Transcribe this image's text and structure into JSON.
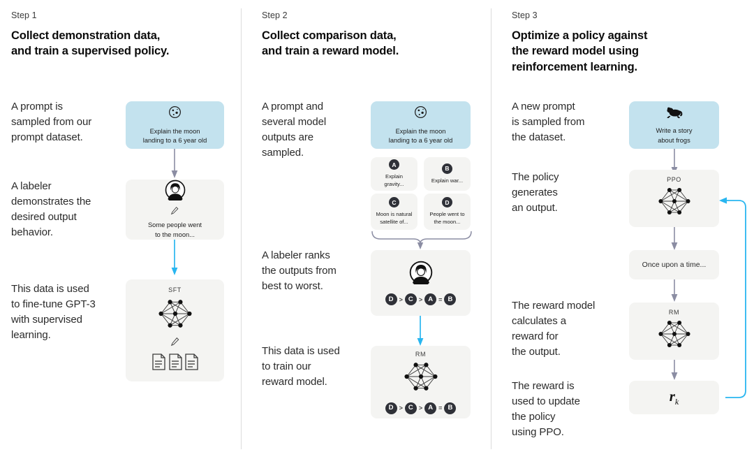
{
  "diagram": {
    "title": "InstructGPT / RLHF three-step training diagram",
    "colors": {
      "prompt_card": "#c3e2ee",
      "neutral_card": "#f4f4f2",
      "gray_arrow": "#8b8da3",
      "cyan_arrow": "#29b6f0",
      "badge": "#2f3138",
      "divider": "#dcdcdc"
    }
  },
  "step1": {
    "label": "Step 1",
    "title": "Collect demonstration data,\nand train a supervised policy.",
    "texts": [
      "A prompt is\nsampled from our\nprompt dataset.",
      "A labeler\ndemonstrates the\ndesired output\nbehavior.",
      "This data is used\nto fine-tune GPT-3\nwith supervised\nlearning."
    ],
    "cards": {
      "prompt": {
        "icon": "moon-icon",
        "caption": "Explain the moon\nlanding to a 6 year old"
      },
      "labeler": {
        "icon": "person-icon",
        "caption": "Some people went\nto the moon..."
      },
      "sft": {
        "title": "SFT",
        "icon": "neural-net-icon",
        "docs_icon": "documents-icon"
      }
    }
  },
  "step2": {
    "label": "Step 2",
    "title": "Collect comparison data,\nand train a reward model.",
    "texts": [
      "A prompt and\nseveral model\noutputs are\nsampled.",
      "A labeler ranks\nthe outputs from\nbest to worst.",
      "This data is used\nto train our\nreward model."
    ],
    "cards": {
      "prompt": {
        "icon": "moon-icon",
        "caption": "Explain the moon\nlanding to a 6 year old"
      },
      "outputs": [
        {
          "letter": "A",
          "caption": "Explain gravity..."
        },
        {
          "letter": "B",
          "caption": "Explain war..."
        },
        {
          "letter": "C",
          "caption": "Moon is natural\nsatellite of..."
        },
        {
          "letter": "D",
          "caption": "People went to\nthe moon..."
        }
      ],
      "ranking": {
        "icon": "person-icon",
        "sequence": [
          "D",
          ">",
          "C",
          ">",
          "A",
          "=",
          "B"
        ]
      },
      "rm": {
        "title": "RM",
        "icon": "neural-net-icon",
        "sequence": [
          "D",
          ">",
          "C",
          ">",
          "A",
          "=",
          "B"
        ]
      }
    }
  },
  "step3": {
    "label": "Step 3",
    "title": "Optimize a policy against\nthe reward model using\nreinforcement learning.",
    "texts": [
      "A new prompt\nis sampled from\nthe dataset.",
      "The policy\ngenerates\nan output.",
      "The reward model\ncalculates a\nreward for\nthe output.",
      "The reward is\nused to update\nthe policy\nusing PPO."
    ],
    "cards": {
      "prompt": {
        "icon": "frog-icon",
        "caption": "Write a story\nabout frogs"
      },
      "ppo": {
        "title": "PPO",
        "icon": "neural-net-icon"
      },
      "output": {
        "text": "Once upon a time..."
      },
      "rm": {
        "title": "RM",
        "icon": "neural-net-icon"
      },
      "reward": {
        "symbol": "r",
        "subscript": "k"
      }
    }
  }
}
